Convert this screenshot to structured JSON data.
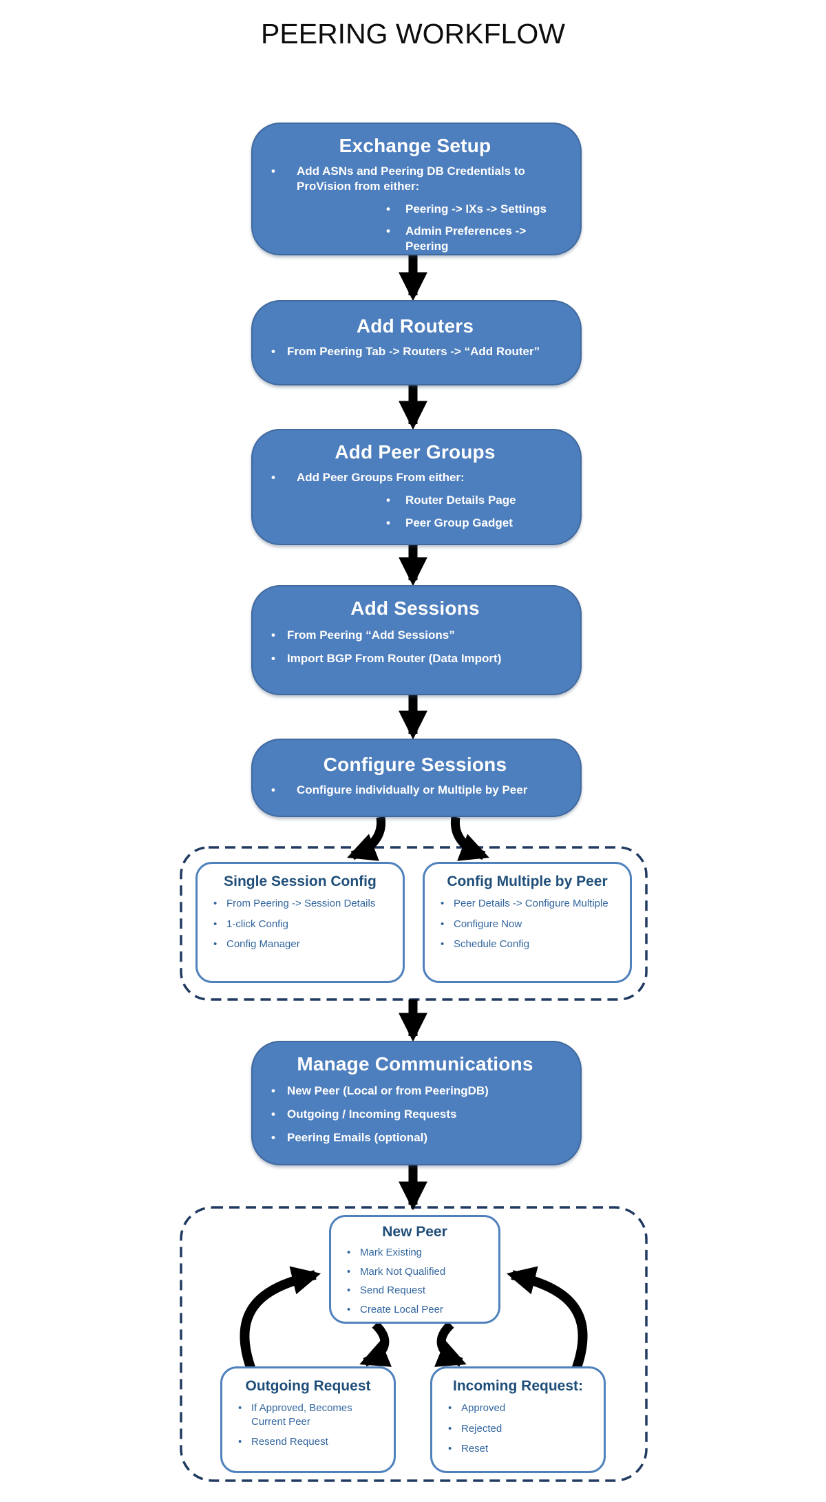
{
  "title": "PEERING WORKFLOW",
  "colors": {
    "node_fill": "#4d7ebd",
    "node_text": "#ffffff",
    "subnode_border": "#4f81bd",
    "subnode_title": "#1f4e79",
    "subnode_text": "#31659e",
    "dashed_border": "#203a60",
    "arrow": "#000000"
  },
  "nodes": {
    "exchange_setup": {
      "title": "Exchange Setup",
      "bullet1": "Add ASNs and Peering DB Credentials to ProVision from either:",
      "sub1": "Peering -> IXs -> Settings",
      "sub2": "Admin Preferences -> Peering"
    },
    "add_routers": {
      "title": "Add Routers",
      "bullet1": "From Peering Tab -> Routers -> “Add Router”"
    },
    "add_peer_groups": {
      "title": "Add Peer Groups",
      "bullet1": "Add Peer Groups From either:",
      "sub1": "Router Details Page",
      "sub2": "Peer Group Gadget"
    },
    "add_sessions": {
      "title": "Add Sessions",
      "bullet1": "From  Peering “Add Sessions”",
      "bullet2": "Import BGP From Router (Data Import)"
    },
    "configure_sessions": {
      "title": "Configure Sessions",
      "bullet1": "Configure individually or Multiple by Peer"
    },
    "single_session_config": {
      "title": "Single Session Config",
      "bullet1": "From Peering -> Session Details",
      "bullet2": "1-click Config",
      "bullet3": "Config Manager"
    },
    "config_multiple_by_peer": {
      "title": "Config Multiple by Peer",
      "bullet1": "Peer Details -> Configure Multiple",
      "bullet2": "Configure Now",
      "bullet3": "Schedule Config"
    },
    "manage_communications": {
      "title": "Manage Communications",
      "bullet1": "New Peer (Local or from PeeringDB)",
      "bullet2": "Outgoing / Incoming Requests",
      "bullet3": "Peering Emails (optional)"
    },
    "new_peer": {
      "title": "New Peer",
      "bullet1": "Mark Existing",
      "bullet2": "Mark Not Qualified",
      "bullet3": "Send Request",
      "bullet4": "Create Local Peer"
    },
    "outgoing_request": {
      "title": "Outgoing Request",
      "bullet1": "If Approved, Becomes Current Peer",
      "bullet2": "Resend Request"
    },
    "incoming_request": {
      "title": "Incoming Request:",
      "bullet1": "Approved",
      "bullet2": "Rejected",
      "bullet3": "Reset"
    }
  }
}
